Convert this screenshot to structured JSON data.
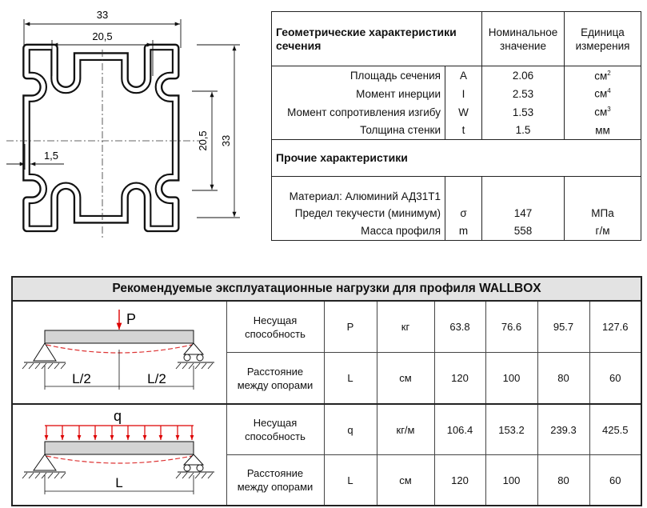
{
  "drawing": {
    "dim_outer_w": "33",
    "dim_inner_w": "20,5",
    "dim_inner_h": "20,5",
    "dim_outer_h": "33",
    "dim_wall": "1,5"
  },
  "geometry": {
    "header_title": "Геометрические характеристики сечения",
    "header_nominal": "Номинальное значение",
    "header_unit": "Единица измерения",
    "rows": [
      {
        "label": "Площадь сечения",
        "symbol": "A",
        "value": "2.06",
        "unit": "см",
        "unit_sup": "2"
      },
      {
        "label": "Момент инерции",
        "symbol": "I",
        "value": "2.53",
        "unit": "см",
        "unit_sup": "4"
      },
      {
        "label": "Момент сопротивления изгибу",
        "symbol": "W",
        "value": "1.53",
        "unit": "см",
        "unit_sup": "3"
      },
      {
        "label": "Толщина стенки",
        "symbol": "t",
        "value": "1.5",
        "unit": "мм",
        "unit_sup": ""
      }
    ]
  },
  "other": {
    "header_title": "Прочие характеристики",
    "rows": [
      {
        "label": "Материал: Алюминий АД31Т1",
        "symbol": "",
        "value": "",
        "unit": ""
      },
      {
        "label": "Предел текучести (минимум)",
        "symbol": "σ",
        "value": "147",
        "unit": "МПа"
      },
      {
        "label": "Масса профиля",
        "symbol": "m",
        "value": "558",
        "unit": "г/м"
      }
    ]
  },
  "loads": {
    "title": "Рекомендуемые эксплуатационные нагрузки для профиля WALLBOX",
    "diagram1": {
      "force": "P",
      "left": "L/2",
      "right": "L/2"
    },
    "diagram2": {
      "force": "q",
      "span": "L"
    },
    "rows": [
      {
        "label_l1": "Несущая",
        "label_l2": "способность",
        "symbol": "P",
        "unit": "кг",
        "values": [
          "63.8",
          "76.6",
          "95.7",
          "127.6"
        ]
      },
      {
        "label_l1": "Расстояние",
        "label_l2": "между опорами",
        "symbol": "L",
        "unit": "см",
        "values": [
          "120",
          "100",
          "80",
          "60"
        ]
      },
      {
        "label_l1": "Несущая",
        "label_l2": "способность",
        "symbol": "q",
        "unit": "кг/м",
        "values": [
          "106.4",
          "153.2",
          "239.3",
          "425.5"
        ]
      },
      {
        "label_l1": "Расстояние",
        "label_l2": "между опорами",
        "symbol": "L",
        "unit": "см",
        "values": [
          "120",
          "100",
          "80",
          "60"
        ]
      }
    ]
  }
}
